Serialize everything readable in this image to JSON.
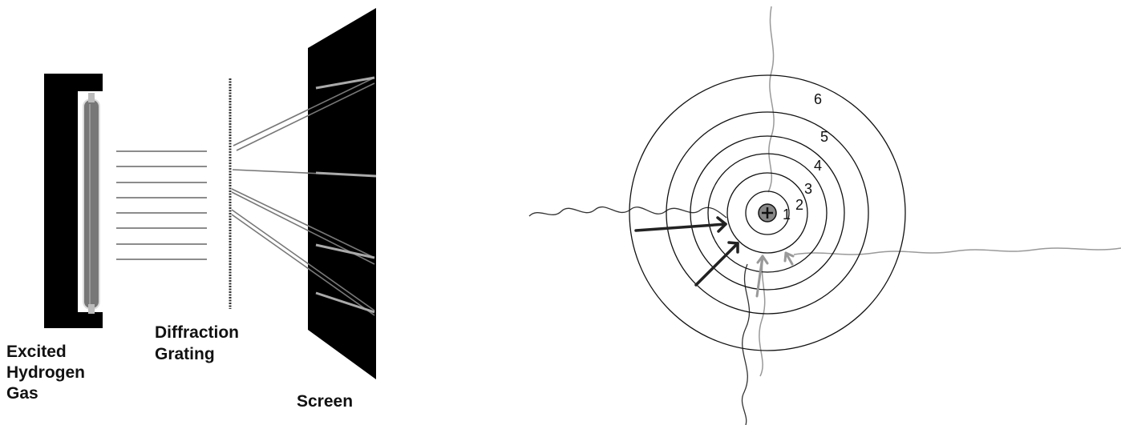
{
  "spectroscope": {
    "source_label": [
      "Excited",
      "Hydrogen",
      "Gas"
    ],
    "grating_label": [
      "Diffraction",
      "Grating"
    ],
    "screen_label": "Screen"
  },
  "atom": {
    "nucleus_symbol": "+",
    "orbit_numbers": [
      "1",
      "2",
      "3",
      "4",
      "5",
      "6"
    ]
  },
  "colors": {
    "black": "#000000",
    "lamp_tube": "#777777",
    "ray": "#777777",
    "photon_light": "#999999",
    "photon_dark": "#222222"
  }
}
